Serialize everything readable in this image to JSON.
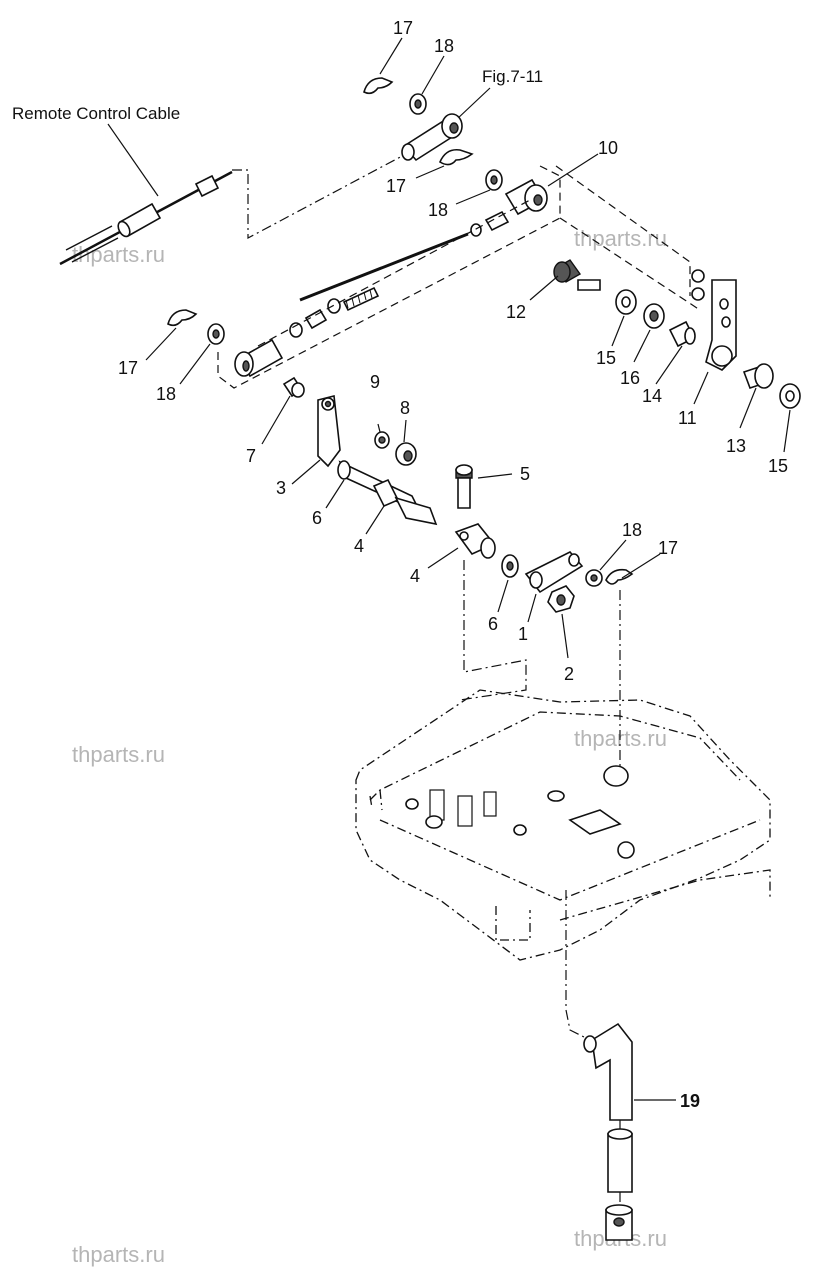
{
  "labels": {
    "remote_control_cable": "Remote Control Cable",
    "fig_ref": "Fig.7-11",
    "p1": "1",
    "p2": "2",
    "p3": "3",
    "p4a": "4",
    "p4b": "4",
    "p5": "5",
    "p6a": "6",
    "p6b": "6",
    "p7": "7",
    "p8": "8",
    "p9": "9",
    "p10": "10",
    "p11": "11",
    "p12": "12",
    "p13": "13",
    "p14": "14",
    "p15a": "15",
    "p15b": "15",
    "p16": "16",
    "p17a": "17",
    "p17b": "17",
    "p17c": "17",
    "p17d": "17",
    "p18a": "18",
    "p18b": "18",
    "p18c": "18",
    "p18d": "18",
    "p19": "19"
  },
  "watermarks": {
    "w1": "thparts.ru",
    "w2": "thparts.ru",
    "w3": "thparts.ru",
    "w4": "thparts.ru",
    "w5": "thparts.ru",
    "w6": "thparts.ru"
  }
}
